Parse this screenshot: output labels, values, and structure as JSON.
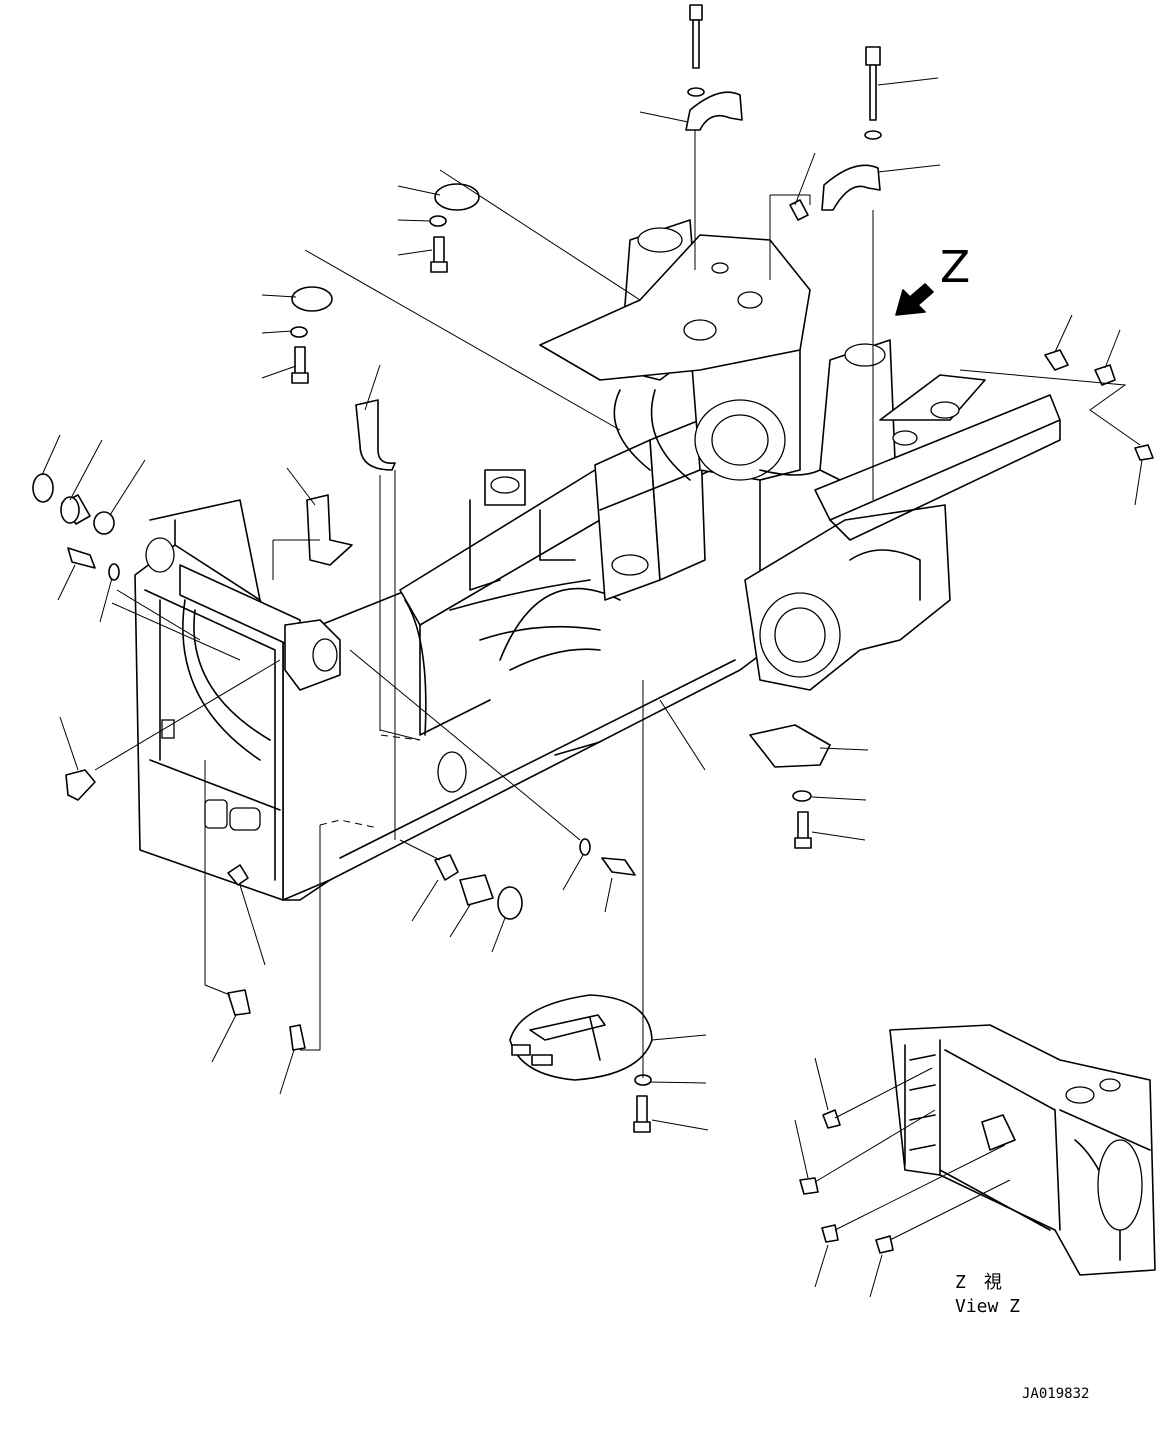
{
  "diagram": {
    "view_arrow_label": "Z",
    "inset_caption_line1": "Z　視",
    "inset_caption_line2": "View Z",
    "drawing_code": "JA019832"
  }
}
